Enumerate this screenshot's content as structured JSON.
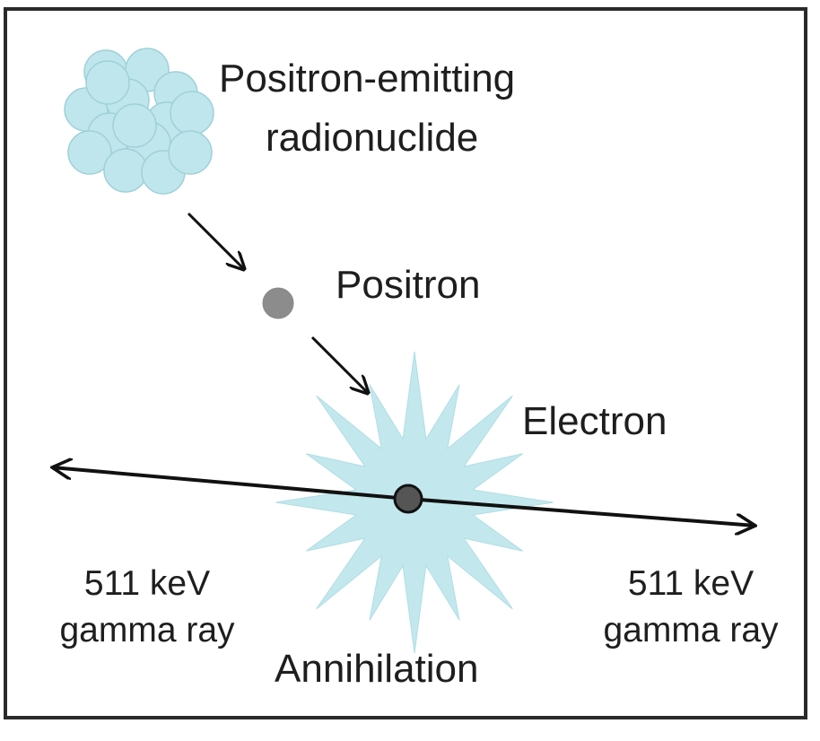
{
  "labels": {
    "nuclide_line1": "Positron-emitting",
    "nuclide_line2": "radionuclide",
    "positron": "Positron",
    "electron": "Electron",
    "left_gamma_line1": "511 keV",
    "left_gamma_line2": "gamma ray",
    "right_gamma_line1": "511 keV",
    "right_gamma_line2": "gamma ray",
    "annihilation": "Annihilation"
  },
  "colors": {
    "nucleon_fill": "#bfe6ec",
    "nucleon_stroke": "#9fd0d8",
    "starburst_fill": "#c2e8ee",
    "positron_fill": "#8c8c8c",
    "electron_fill": "#555555",
    "line": "#111111",
    "border": "#2a2a2a"
  }
}
